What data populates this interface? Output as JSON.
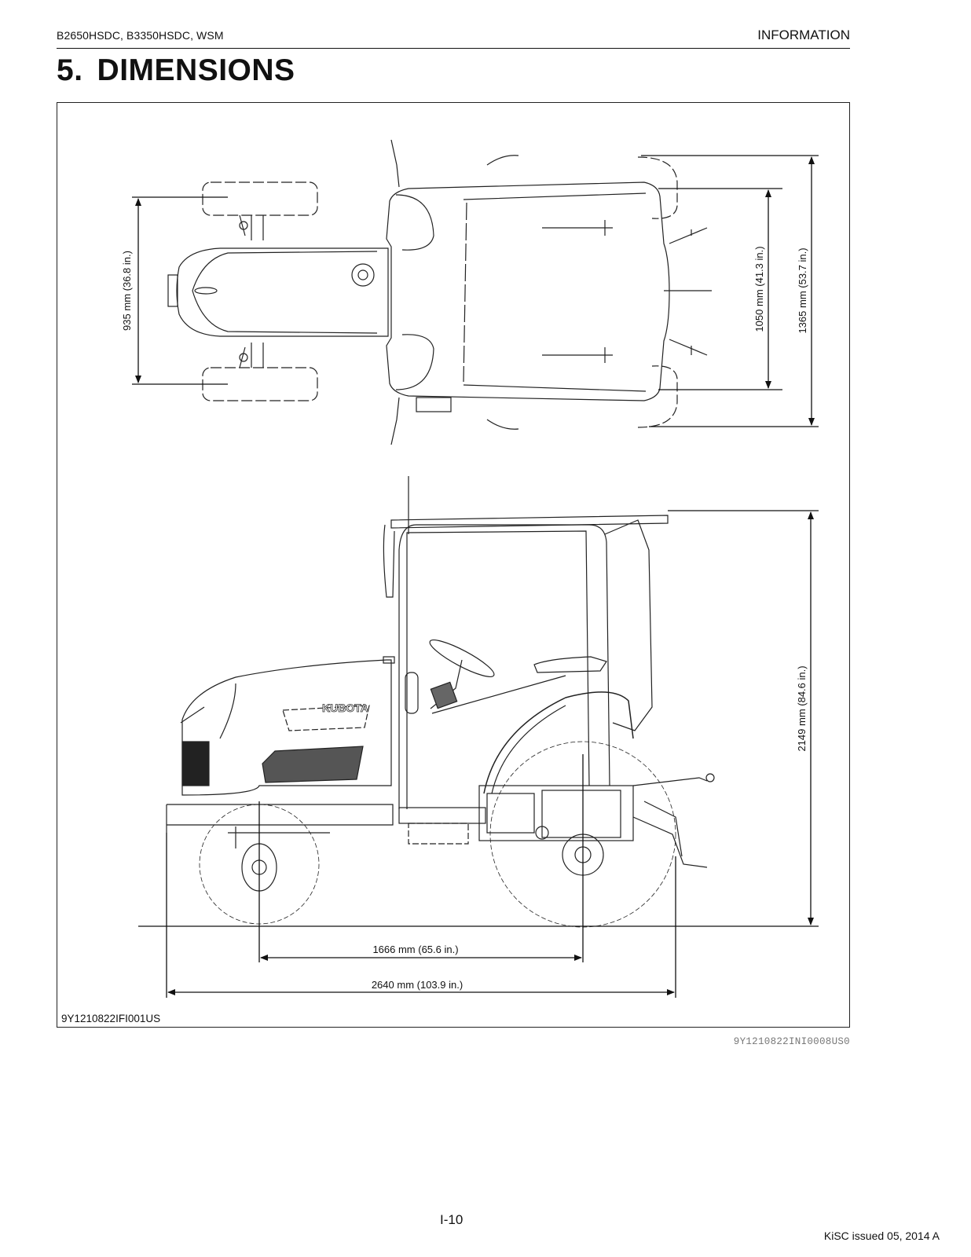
{
  "header": {
    "models": "B2650HSDC, B3350HSDC, WSM",
    "section": "INFORMATION"
  },
  "title": {
    "number": "5.",
    "text": "DIMENSIONS"
  },
  "figure": {
    "id": "9Y1210822IFI001US",
    "top_view": {
      "front_track": "935 mm (36.8 in.)",
      "rear_track": "1050 mm (41.3 in.)",
      "overall_width": "1365 mm (53.7 in.)"
    },
    "side_view": {
      "overall_height": "2149 mm (84.6 in.)",
      "wheelbase": "1666 mm (65.6 in.)",
      "overall_length": "2640 mm (103.9 in.)",
      "brand_mark": "KUBOTA"
    }
  },
  "doc_ref": "9Y1210822INI0008US0",
  "footer": {
    "page": "I-10",
    "issue": "KiSC issued 05, 2014 A"
  }
}
